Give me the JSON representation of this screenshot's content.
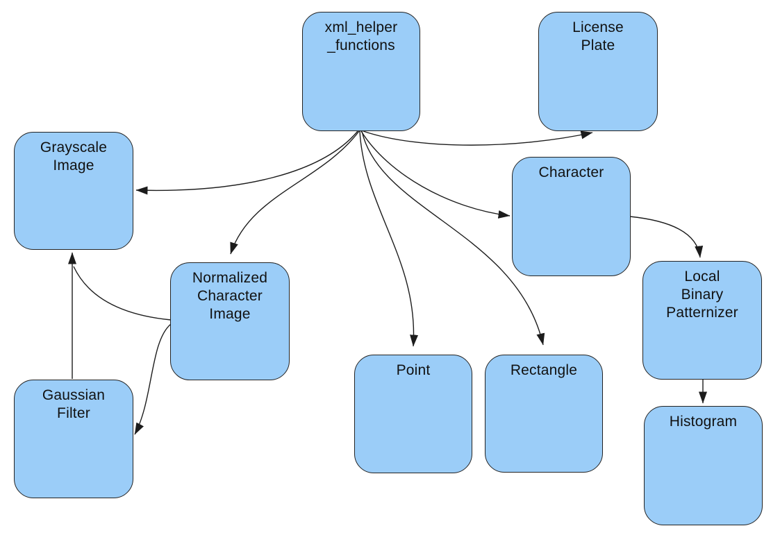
{
  "diagram": {
    "title": "module and class dependency diagram",
    "colors": {
      "background": "#ffffff",
      "node_fill": "#9bcdf8",
      "node_border": "#222222",
      "edge": "#1c1c1c",
      "text": "#111111"
    },
    "nodes": [
      {
        "id": "xml_helper_functions",
        "label": "xml_helper\n_functions"
      },
      {
        "id": "license_plate",
        "label": "License\nPlate"
      },
      {
        "id": "grayscale_image",
        "label": "Grayscale\nImage"
      },
      {
        "id": "character",
        "label": "Character"
      },
      {
        "id": "normalized_character_image",
        "label": "Normalized\nCharacter\nImage"
      },
      {
        "id": "local_binary_patternizer",
        "label": "Local\nBinary\nPatternizer"
      },
      {
        "id": "point",
        "label": "Point"
      },
      {
        "id": "rectangle",
        "label": "Rectangle"
      },
      {
        "id": "gaussian_filter",
        "label": "Gaussian\nFilter"
      },
      {
        "id": "histogram",
        "label": "Histogram"
      }
    ],
    "edges": [
      {
        "from": "xml_helper_functions",
        "to": "license_plate"
      },
      {
        "from": "xml_helper_functions",
        "to": "grayscale_image"
      },
      {
        "from": "xml_helper_functions",
        "to": "normalized_character_image"
      },
      {
        "from": "xml_helper_functions",
        "to": "character"
      },
      {
        "from": "xml_helper_functions",
        "to": "point"
      },
      {
        "from": "xml_helper_functions",
        "to": "rectangle"
      },
      {
        "from": "character",
        "to": "local_binary_patternizer"
      },
      {
        "from": "local_binary_patternizer",
        "to": "histogram"
      },
      {
        "from": "gaussian_filter",
        "to": "grayscale_image"
      },
      {
        "from": "normalized_character_image",
        "to": "grayscale_image"
      },
      {
        "from": "normalized_character_image",
        "to": "gaussian_filter"
      }
    ]
  }
}
